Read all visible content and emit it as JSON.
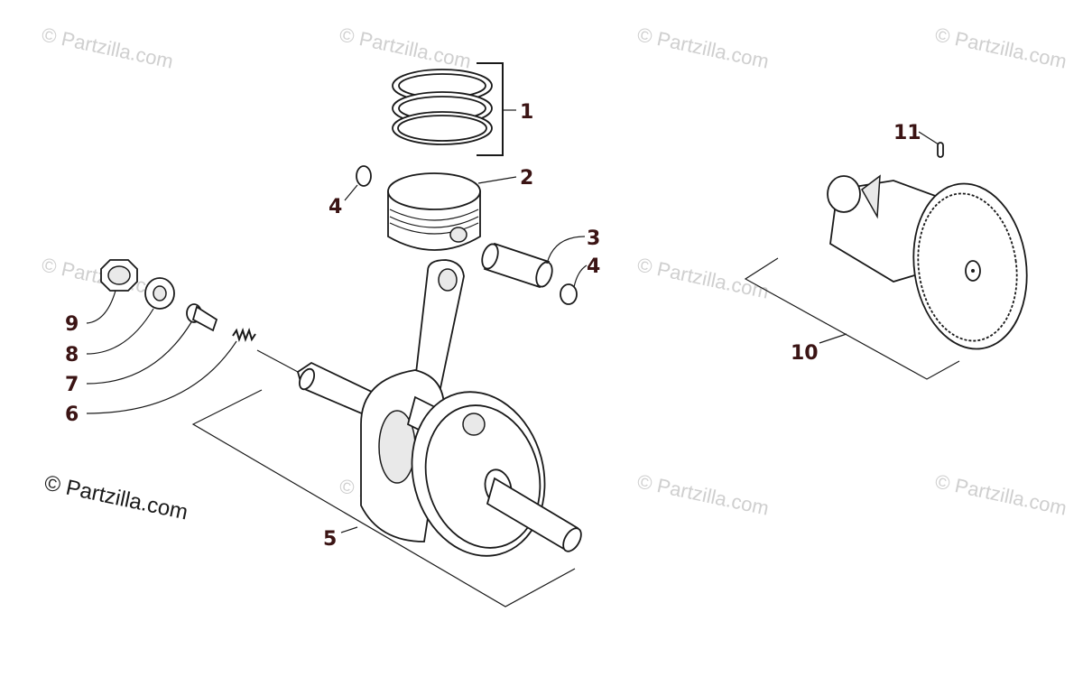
{
  "watermarks": {
    "faint": [
      "© Partzilla.com",
      "© Partzilla.com",
      "© Partzilla.com",
      "© Partzilla.com",
      "© Partzilla.com",
      "© Partzilla.com",
      "© Partzilla.com",
      "© Partzilla.com",
      "© Partzilla.com"
    ],
    "main": "© Partzilla.com"
  },
  "callouts": {
    "c1": "1",
    "c2": "2",
    "c3": "3",
    "c4a": "4",
    "c4b": "4",
    "c5": "5",
    "c6": "6",
    "c7": "7",
    "c8": "8",
    "c9": "9",
    "c10": "10",
    "c11": "11"
  },
  "colors": {
    "label": "#3b1414",
    "line": "#1a1a1a",
    "watermark": "#cfcfcf"
  }
}
